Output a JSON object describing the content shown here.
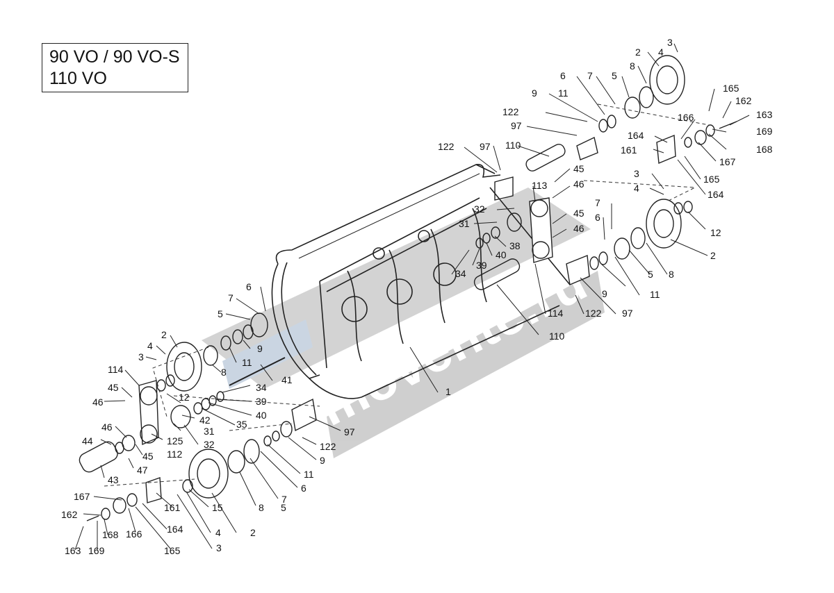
{
  "models": [
    "90 VO / 90 VO-S",
    "110 VO"
  ],
  "watermark": {
    "text": "movente.ru",
    "color": "#b9b9b9"
  },
  "colors": {
    "line": "#222222",
    "dash": "#333333",
    "watermark": "#c4c4c4"
  },
  "callouts": [
    "3",
    "4",
    "2",
    "8",
    "5",
    "7",
    "6",
    "9",
    "11",
    "122",
    "97",
    "110",
    "122",
    "97",
    "165",
    "162",
    "163",
    "166",
    "169",
    "164",
    "168",
    "161",
    "167",
    "165",
    "164",
    "3",
    "4",
    "7",
    "6",
    "12",
    "45",
    "46",
    "113",
    "45",
    "46",
    "32",
    "31",
    "38",
    "40",
    "39",
    "34",
    "2",
    "5",
    "8",
    "9",
    "11",
    "97",
    "122",
    "114",
    "110",
    "1",
    "6",
    "7",
    "5",
    "2",
    "4",
    "3",
    "9",
    "11",
    "8",
    "114",
    "41",
    "12",
    "34",
    "39",
    "40",
    "35",
    "45",
    "46",
    "42",
    "31",
    "46",
    "32",
    "125",
    "44",
    "45",
    "112",
    "47",
    "43",
    "97",
    "122",
    "9",
    "11",
    "6",
    "7",
    "5",
    "8",
    "161",
    "167",
    "15",
    "4",
    "164",
    "162",
    "168",
    "166",
    "165",
    "163",
    "169",
    "3",
    "2"
  ]
}
